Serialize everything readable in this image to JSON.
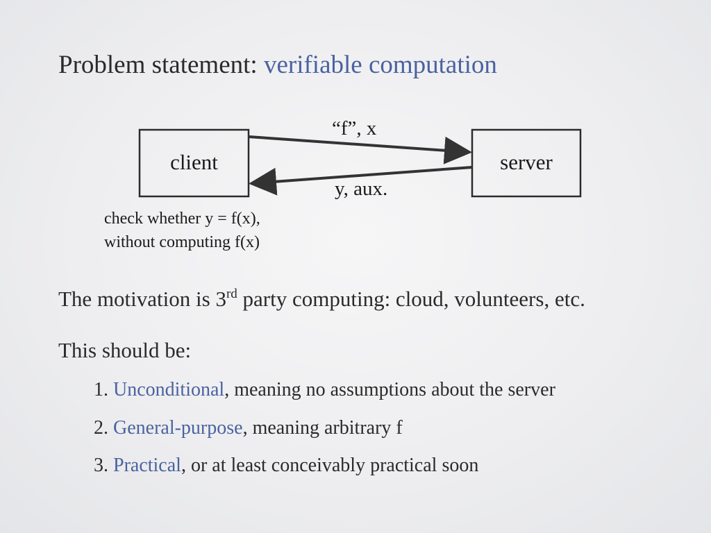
{
  "title": {
    "prefix": "Problem statement: ",
    "highlight": "verifiable computation"
  },
  "diagram": {
    "client_label": "client",
    "server_label": "server",
    "request_label": "“f”, x",
    "response_label": "y,  aux.",
    "note_line1": "check whether y = f(x),",
    "note_line2": "without computing f(x)"
  },
  "motivation": {
    "before": "The motivation is 3",
    "sup": "rd",
    "after": " party computing: cloud, volunteers, etc."
  },
  "requirements": {
    "intro": "This should be:",
    "items": [
      {
        "number": "1. ",
        "term": "Unconditional",
        "rest": ", meaning no assumptions about the server"
      },
      {
        "number": "2. ",
        "term": "General-purpose",
        "rest": ", meaning arbitrary f"
      },
      {
        "number": "3. ",
        "term": "Practical",
        "rest": ", or at least conceivably practical soon"
      }
    ]
  },
  "colors": {
    "accent": "#4a62a0",
    "text": "#2a2a2a"
  }
}
